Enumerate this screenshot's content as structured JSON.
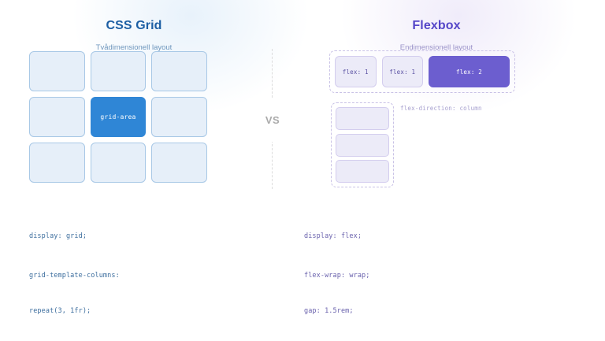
{
  "diagram": {
    "divider_label": "VS",
    "left_panel": {
      "title": "CSS Grid",
      "subtitle": "Tvådimensionell layout",
      "accent_color": "#1d5fa4",
      "cell_color": "#e6eff9",
      "highlight_color": "#2f86d6",
      "grid": {
        "rows": 3,
        "columns": 3,
        "cells": [
          {
            "label": "",
            "highlighted": false
          },
          {
            "label": "",
            "highlighted": false
          },
          {
            "label": "",
            "highlighted": false
          },
          {
            "label": "",
            "highlighted": false
          },
          {
            "label": "grid-area",
            "highlighted": true
          },
          {
            "label": "",
            "highlighted": false
          },
          {
            "label": "",
            "highlighted": false
          },
          {
            "label": "",
            "highlighted": false
          },
          {
            "label": "",
            "highlighted": false
          }
        ]
      },
      "code": {
        "line1": "display: grid;",
        "line2": "grid-template-columns:",
        "line3": "repeat(3, 1fr);"
      }
    },
    "right_panel": {
      "title": "Flexbox",
      "subtitle": "Endimensionell layout",
      "accent_color": "#5546c8",
      "item_color": "#ecebf8",
      "highlight_color": "#6c5ecf",
      "row_demo": {
        "items": [
          {
            "label": "flex: 1",
            "grow": 1,
            "highlighted": false
          },
          {
            "label": "flex: 1",
            "grow": 1,
            "highlighted": false
          },
          {
            "label": "flex: 2",
            "grow": 2,
            "highlighted": true
          }
        ]
      },
      "column_demo": {
        "note": "flex-direction: column",
        "items": [
          {
            "label": ""
          },
          {
            "label": ""
          },
          {
            "label": ""
          }
        ]
      },
      "code": {
        "line1": "display: flex;",
        "line2": "flex-wrap: wrap;",
        "line3": "gap: 1.5rem;"
      }
    }
  }
}
